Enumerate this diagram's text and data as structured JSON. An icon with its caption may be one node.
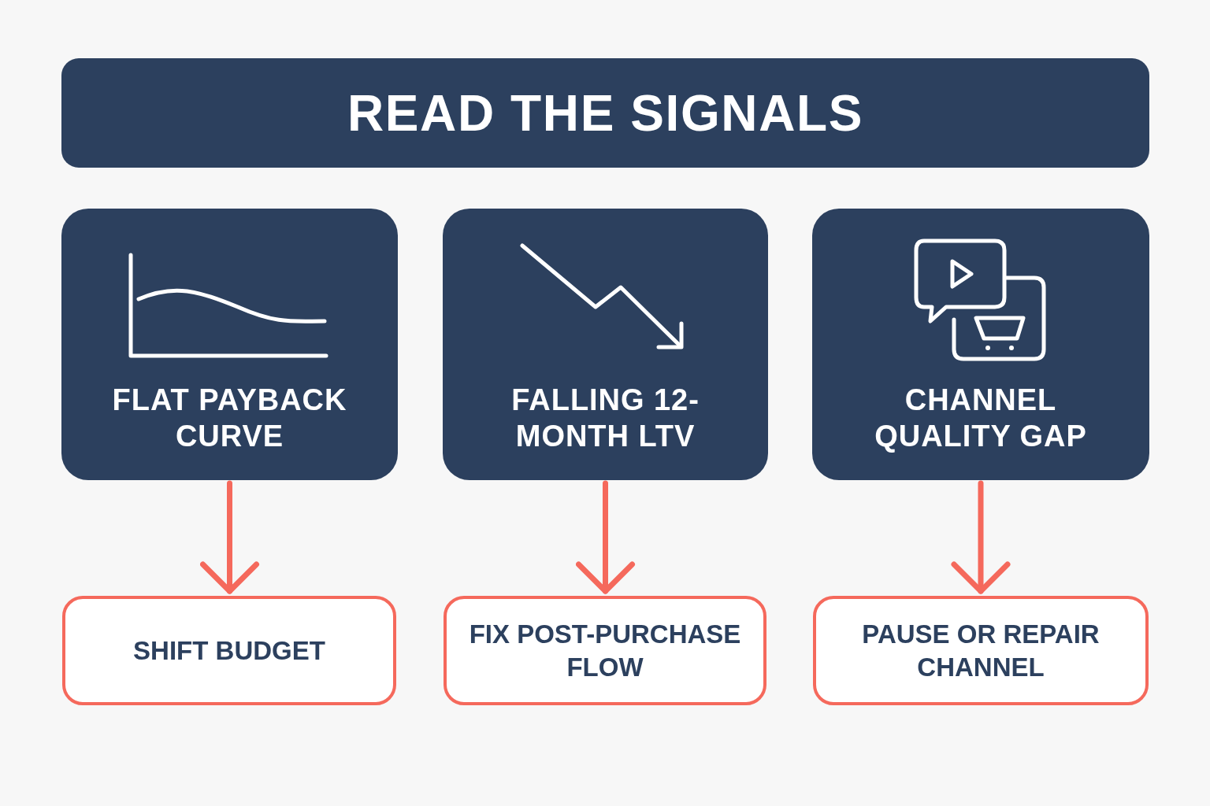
{
  "diagram": {
    "title": "READ THE SIGNALS",
    "nodes": [
      {
        "text": [
          "FLAT PAYBACK CURVE"
        ]
      },
      {
        "text": [
          "FALLING 12-MONTH LTV"
        ]
      },
      {
        "text": [
          "CHANNEL QUALITY GAP"
        ]
      },
      {
        "text": [
          "SHIFT BUDGET"
        ]
      },
      {
        "text": [
          "FIX POST-PURCHASE FLOW"
        ]
      },
      {
        "text": [
          "PAUSE OR REPAIR CHANNEL"
        ]
      }
    ],
    "edges": [
      {
        "from": 0,
        "to": 3,
        "arrow": "to"
      },
      {
        "from": 1,
        "to": 4,
        "arrow": "to"
      },
      {
        "from": 2,
        "to": 5,
        "arrow": "to"
      }
    ]
  }
}
